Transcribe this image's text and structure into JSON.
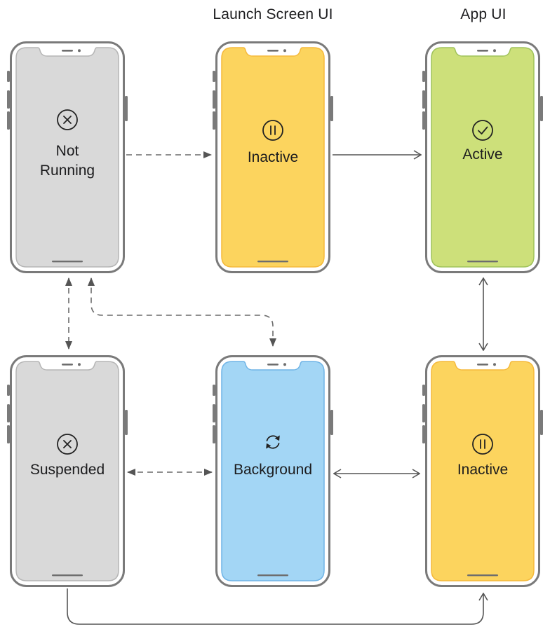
{
  "column_titles": {
    "launch_screen": "Launch Screen UI",
    "app": "App UI"
  },
  "states": {
    "not_running": {
      "label_line1": "Not",
      "label_line2": "Running",
      "icon": "x-circle-icon",
      "color": "#d9d9d9",
      "border": "#b5b5b5"
    },
    "inactive_launch": {
      "label": "Inactive",
      "icon": "pause-circle-icon",
      "color": "#fcd45e",
      "border": "#f5b93a"
    },
    "active": {
      "label": "Active",
      "icon": "checkmark-circle-icon",
      "color": "#cde07a",
      "border": "#9fc25a"
    },
    "suspended": {
      "label": "Suspended",
      "icon": "x-circle-icon",
      "color": "#d9d9d9",
      "border": "#b5b5b5"
    },
    "background": {
      "label": "Background",
      "icon": "refresh-icon",
      "color": "#a3d6f5",
      "border": "#6fb4e6"
    },
    "inactive_app": {
      "label": "Inactive",
      "icon": "pause-circle-icon",
      "color": "#fcd45e",
      "border": "#f5b93a"
    }
  },
  "transitions": [
    {
      "from": "not_running",
      "to": "inactive_launch",
      "style": "dashed"
    },
    {
      "from": "inactive_launch",
      "to": "active",
      "style": "solid"
    },
    {
      "from": "active",
      "to": "inactive_app",
      "style": "solid-bidirectional"
    },
    {
      "from": "not_running",
      "to": "suspended",
      "style": "dashed-bidirectional"
    },
    {
      "from": "background",
      "to": "not_running",
      "style": "dashed"
    },
    {
      "from": "suspended",
      "to": "background",
      "style": "dashed-bidirectional"
    },
    {
      "from": "background",
      "to": "inactive_app",
      "style": "solid-bidirectional"
    },
    {
      "from": "suspended",
      "to": "inactive_app",
      "style": "solid"
    }
  ]
}
